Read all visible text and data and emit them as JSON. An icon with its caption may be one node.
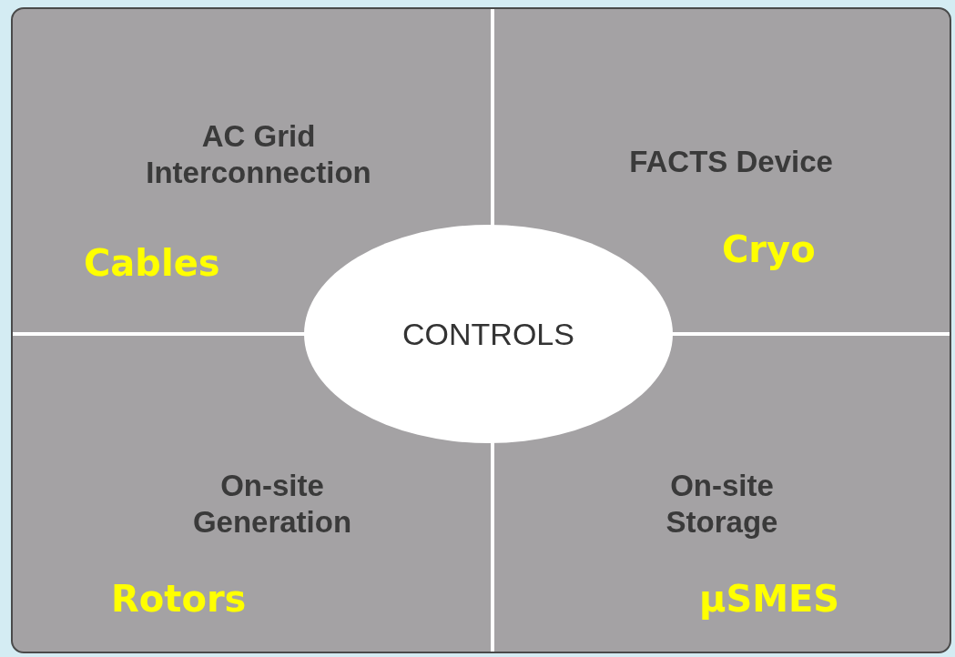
{
  "diagram": {
    "nodes": [
      {
        "text": [],
        "shape": "box"
      },
      {
        "text": [
          "AC Grid Interconnection",
          "Cables"
        ],
        "in": 0
      },
      {
        "text": [
          "FACTS Device",
          "Cryo"
        ],
        "in": 0
      },
      {
        "text": [
          "CONTROLS"
        ],
        "in": 0
      },
      {
        "text": [
          "On-site Generation",
          "Rotors"
        ],
        "in": 0
      },
      {
        "text": [
          "On-site Storage",
          "µSMES"
        ],
        "in": 0
      }
    ]
  }
}
